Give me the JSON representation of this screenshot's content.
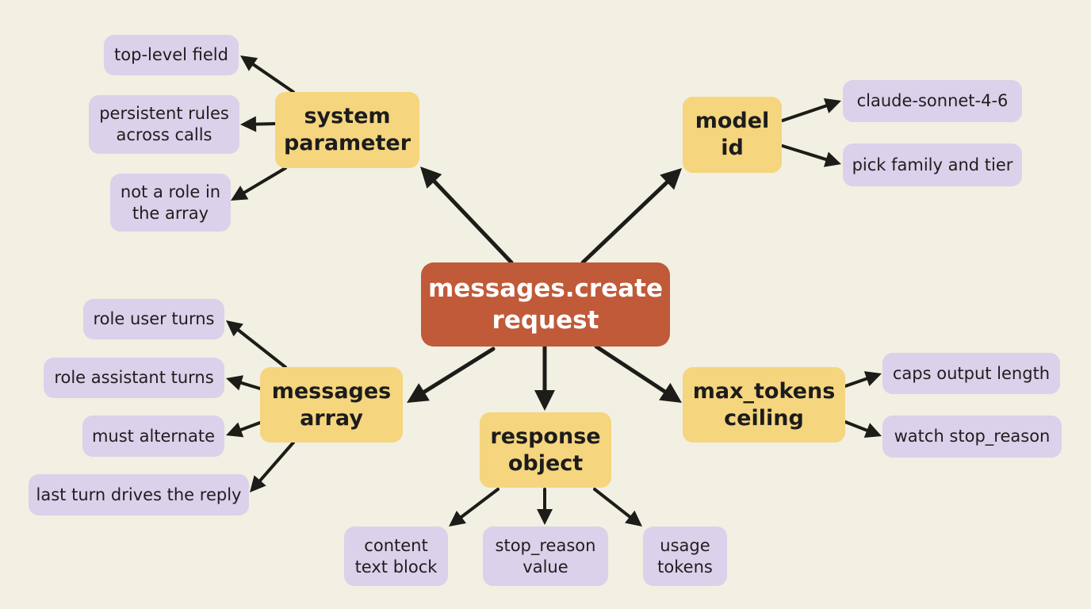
{
  "colors": {
    "background": "#f2efe3",
    "root_fill": "#c05a39",
    "branch_fill": "#f5d57e",
    "leaf_fill": "#dbd1ea",
    "arrow": "#1c1c18"
  },
  "root": {
    "text": "messages.create\nrequest"
  },
  "branches": {
    "system": {
      "text": "system\nparameter",
      "leaves": [
        "top-level field",
        "persistent rules\nacross calls",
        "not a role in\nthe array"
      ]
    },
    "model": {
      "text": "model\nid",
      "leaves": [
        "claude-sonnet-4-6",
        "pick family and tier"
      ]
    },
    "messages": {
      "text": "messages\narray",
      "leaves": [
        "role user turns",
        "role assistant turns",
        "must alternate",
        "last turn drives the reply"
      ]
    },
    "response": {
      "text": "response\nobject",
      "leaves": [
        "content\ntext block",
        "stop_reason\nvalue",
        "usage\ntokens"
      ]
    },
    "max_tokens": {
      "text": "max_tokens\nceiling",
      "leaves": [
        "caps output length",
        "watch stop_reason"
      ]
    }
  }
}
